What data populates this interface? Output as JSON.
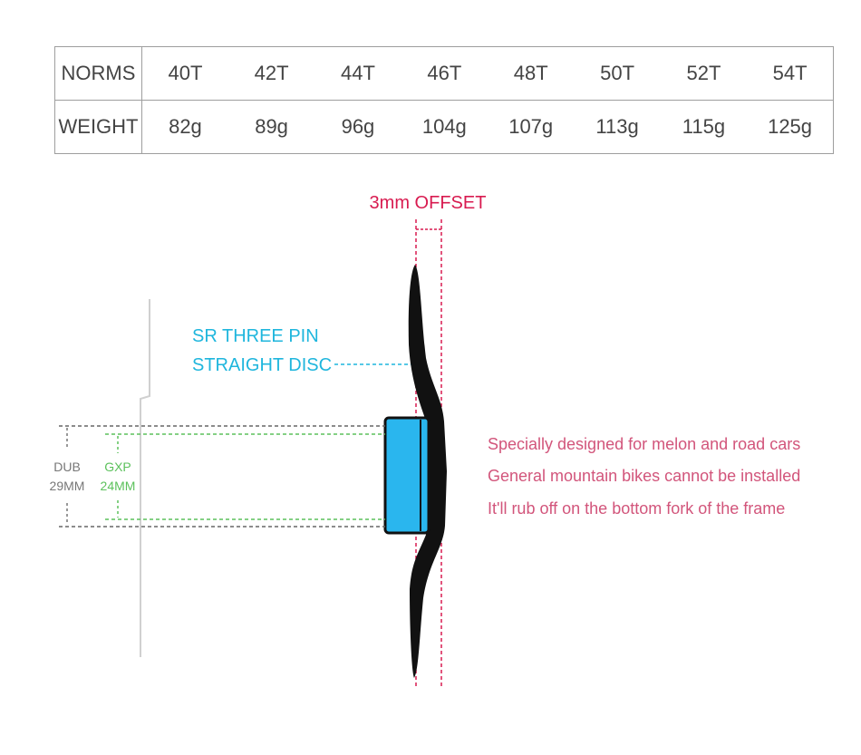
{
  "table": {
    "rows": [
      {
        "label": "NORMS",
        "values": [
          "40T",
          "42T",
          "44T",
          "46T",
          "48T",
          "50T",
          "52T",
          "54T"
        ]
      },
      {
        "label": "WEIGHT",
        "values": [
          "82g",
          "89g",
          "96g",
          "104g",
          "107g",
          "113g",
          "115g",
          "125g"
        ]
      }
    ]
  },
  "diagram": {
    "offset_label": "3mm OFFSET",
    "disc_label_line1": "SR THREE PIN",
    "disc_label_line2": "STRAIGHT DISC",
    "dub_label": "DUB",
    "dub_size": "29MM",
    "gxp_label": "GXP",
    "gxp_size": "24MM",
    "notes": [
      "Specially designed for melon and road cars",
      "General mountain bikes cannot be installed",
      "It'll rub off on the bottom fork of the frame"
    ],
    "colors": {
      "offset": "#d81b50",
      "disc_label": "#1fb6dd",
      "gxp": "#5cc15c",
      "dub": "#777777",
      "hub": "#2ab6ee",
      "chainring": "#111111",
      "notes": "#d2557b"
    }
  }
}
